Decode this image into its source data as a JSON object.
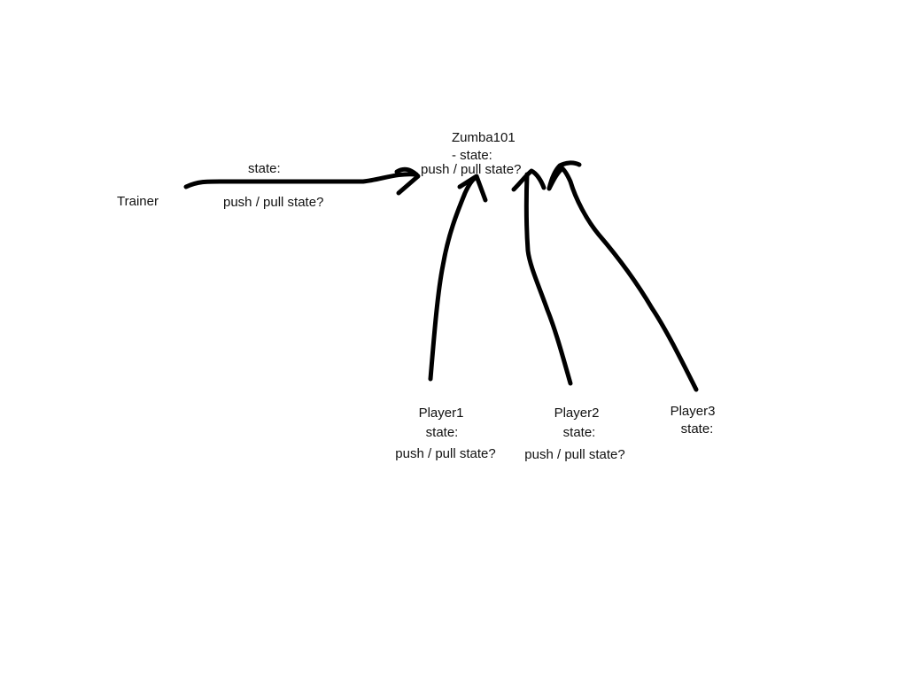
{
  "trainer": {
    "name": "Trainer",
    "state_label": "state:",
    "question": "push / pull state?"
  },
  "zumba": {
    "name": "Zumba101",
    "state_label": "- state:",
    "question": "push / pull state?"
  },
  "player1": {
    "name": "Player1",
    "state_label": "state:",
    "question": "push / pull state?"
  },
  "player2": {
    "name": "Player2",
    "state_label": "state:",
    "question": "push / pull state?"
  },
  "player3": {
    "name": "Player3",
    "state_label": "state:"
  },
  "stroke_color": "#000000",
  "background_color": "#ffffff"
}
